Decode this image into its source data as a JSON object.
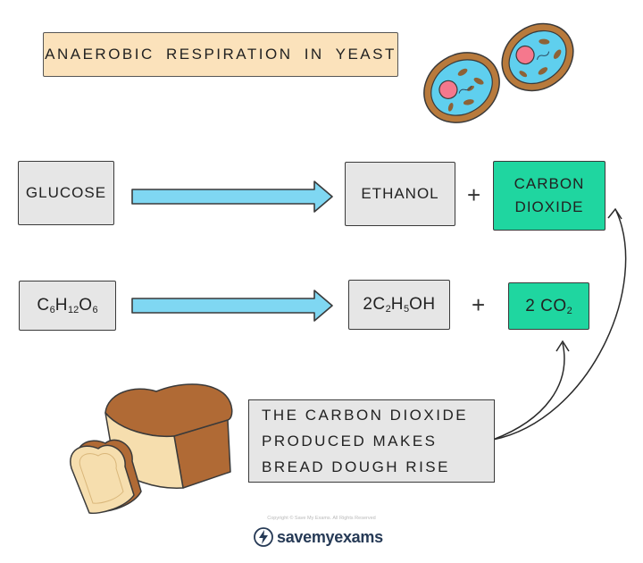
{
  "title": "ANAEROBIC RESPIRATION IN YEAST",
  "word_equation": {
    "reactant": "GLUCOSE",
    "product1": "ETHANOL",
    "plus": "+",
    "product2_line1": "CARBON",
    "product2_line2": "DIOXIDE"
  },
  "symbol_equation": {
    "reactant": [
      {
        "t": "C"
      },
      {
        "s": "6"
      },
      {
        "t": "H"
      },
      {
        "s": "12"
      },
      {
        "t": "O"
      },
      {
        "s": "6"
      }
    ],
    "product1": [
      {
        "t": "2C"
      },
      {
        "s": "2"
      },
      {
        "t": "H"
      },
      {
        "s": "5"
      },
      {
        "t": "OH"
      }
    ],
    "plus": "+",
    "product2": [
      {
        "t": "2 CO"
      },
      {
        "s": "2"
      }
    ]
  },
  "note": {
    "line1": "THE CARBON DIOXIDE",
    "line2": "PRODUCED MAKES",
    "line3": "BREAD DOUGH RISE"
  },
  "footer": {
    "copyright": "Copyright © Save My Exams. All Rights Reserved",
    "brand": "savemyexams"
  },
  "colors": {
    "title_fill": "#fbe2bb",
    "grey_box": "#e6e6e6",
    "co2_box": "#1fd6a0",
    "arrow_fill": "#7fd7f2",
    "yeast_cell": "#5fcfee",
    "yeast_wall": "#b87a3c",
    "nucleus": "#f5788d",
    "bread_crust": "#b06a35",
    "bread_crumb": "#f6deae",
    "brand_text": "#263a56"
  },
  "icons": {
    "yeast": "yeast-cell-icon",
    "bread": "bread-loaf-icon",
    "brand": "lightning-bolt-icon"
  }
}
